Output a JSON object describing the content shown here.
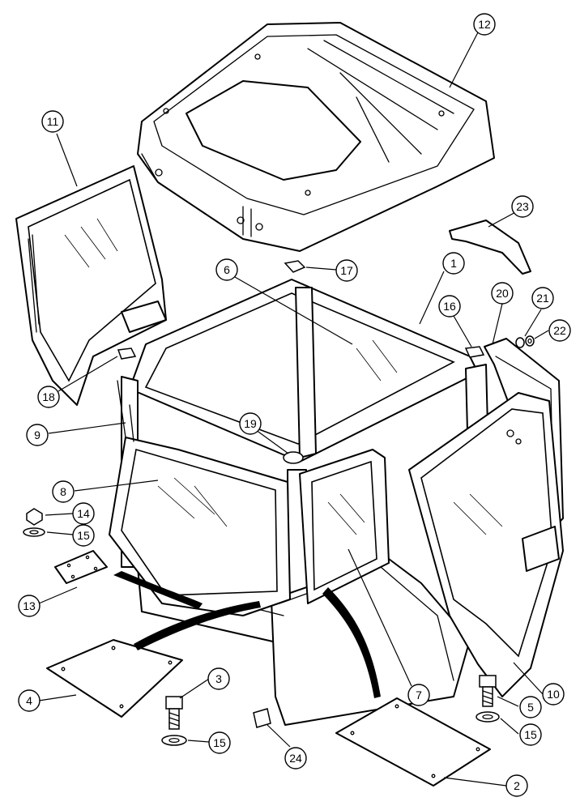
{
  "callouts": [
    {
      "id": "callout-1",
      "label": "1"
    },
    {
      "id": "callout-2",
      "label": "2"
    },
    {
      "id": "callout-3",
      "label": "3"
    },
    {
      "id": "callout-4",
      "label": "4"
    },
    {
      "id": "callout-5",
      "label": "5"
    },
    {
      "id": "callout-6",
      "label": "6"
    },
    {
      "id": "callout-7",
      "label": "7"
    },
    {
      "id": "callout-8",
      "label": "8"
    },
    {
      "id": "callout-9",
      "label": "9"
    },
    {
      "id": "callout-10",
      "label": "10"
    },
    {
      "id": "callout-11",
      "label": "11"
    },
    {
      "id": "callout-12",
      "label": "12"
    },
    {
      "id": "callout-13",
      "label": "13"
    },
    {
      "id": "callout-14",
      "label": "14"
    },
    {
      "id": "callout-15a",
      "label": "15"
    },
    {
      "id": "callout-15b",
      "label": "15"
    },
    {
      "id": "callout-15c",
      "label": "15"
    },
    {
      "id": "callout-16",
      "label": "16"
    },
    {
      "id": "callout-17",
      "label": "17"
    },
    {
      "id": "callout-18",
      "label": "18"
    },
    {
      "id": "callout-19",
      "label": "19"
    },
    {
      "id": "callout-20",
      "label": "20"
    },
    {
      "id": "callout-21",
      "label": "21"
    },
    {
      "id": "callout-22",
      "label": "22"
    },
    {
      "id": "callout-23",
      "label": "23"
    },
    {
      "id": "callout-24",
      "label": "24"
    }
  ]
}
